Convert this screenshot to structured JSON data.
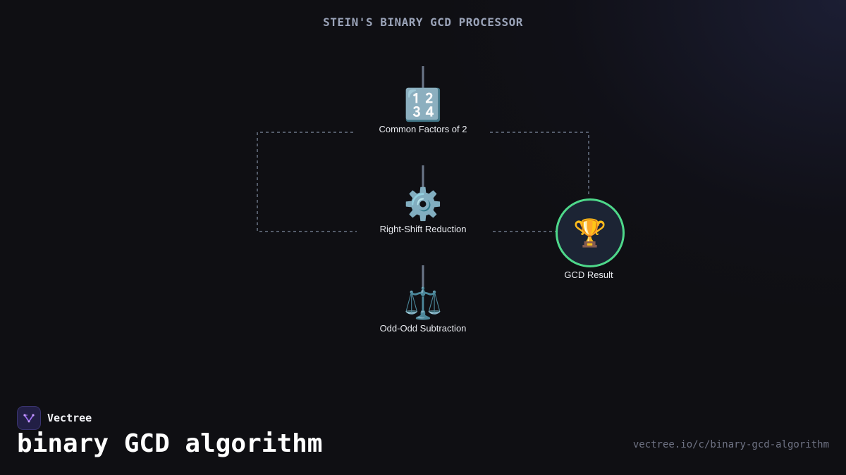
{
  "diagram": {
    "title": "STEIN'S BINARY GCD PROCESSOR",
    "nodes": [
      {
        "id": "common-factors",
        "icon": "numbers-icon",
        "glyph": "🔢",
        "label": "Common Factors of 2"
      },
      {
        "id": "right-shift",
        "icon": "gear-icon",
        "glyph": "⚙️",
        "label": "Right-Shift Reduction"
      },
      {
        "id": "odd-odd",
        "icon": "balance-scale-icon",
        "glyph": "⚖️",
        "label": "Odd-Odd Subtraction"
      }
    ],
    "result": {
      "icon": "trophy-icon",
      "glyph": "🏆",
      "label": "GCD Result"
    },
    "colors": {
      "connector": "#6b7688",
      "result_ring": "#4ed88a",
      "result_fill": "#1c2434"
    }
  },
  "footer": {
    "brand": "Vectree",
    "heading": "binary GCD algorithm",
    "url": "vectree.io/c/binary-gcd-algorithm"
  }
}
